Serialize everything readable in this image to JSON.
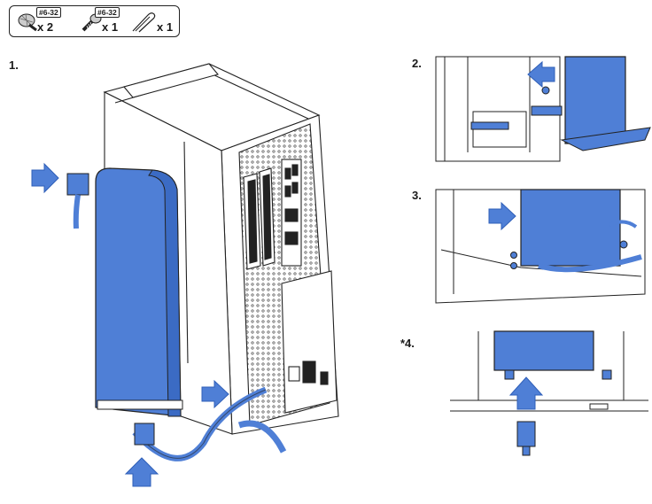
{
  "parts": [
    {
      "icon": "thumbscrew-icon",
      "thread": "#6-32",
      "qty": "x 2"
    },
    {
      "icon": "screw-icon",
      "thread": "#6-32",
      "qty": "x 1"
    },
    {
      "icon": "cable-tie-icon",
      "thread": "",
      "qty": "x 1"
    }
  ],
  "steps": [
    {
      "label": "1."
    },
    {
      "label": "2."
    },
    {
      "label": "3."
    },
    {
      "label": "*4."
    }
  ],
  "colors": {
    "psu_blue": "#4f7fd6",
    "psu_blue_dark": "#2f5fb8",
    "line": "#222222",
    "case_fill": "#ffffff"
  }
}
